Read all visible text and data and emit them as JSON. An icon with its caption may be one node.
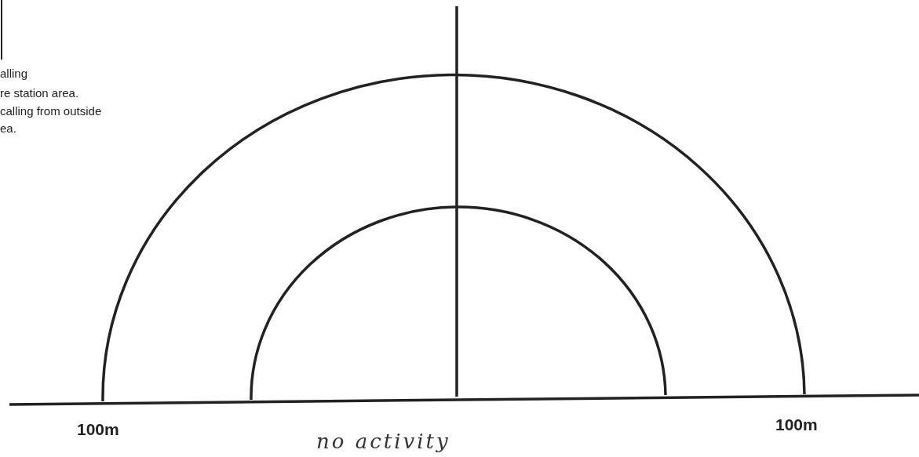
{
  "diagram": {
    "labels": [
      "alling",
      "re station area.",
      "calling from outside",
      "ea.",
      "100m",
      "100m",
      "no activity"
    ]
  }
}
